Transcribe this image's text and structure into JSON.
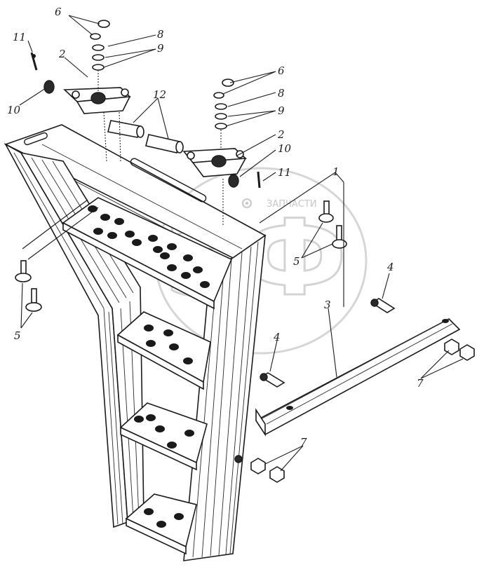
{
  "watermark": {
    "site_text": "ЗАПЧАСТИ",
    "logo_letters": "ЭФ"
  },
  "callouts": [
    {
      "id": "c6a",
      "text": "6"
    },
    {
      "id": "c8a",
      "text": "8"
    },
    {
      "id": "c9a",
      "text": "9"
    },
    {
      "id": "c11a",
      "text": "11"
    },
    {
      "id": "c2a",
      "text": "2"
    },
    {
      "id": "c10a",
      "text": "10"
    },
    {
      "id": "c12",
      "text": "12"
    },
    {
      "id": "c6b",
      "text": "6"
    },
    {
      "id": "c8b",
      "text": "8"
    },
    {
      "id": "c9b",
      "text": "9"
    },
    {
      "id": "c2b",
      "text": "2"
    },
    {
      "id": "c10b",
      "text": "10"
    },
    {
      "id": "c11b",
      "text": "11"
    },
    {
      "id": "c1",
      "text": "1"
    },
    {
      "id": "c5a",
      "text": "5"
    },
    {
      "id": "c4a",
      "text": "4"
    },
    {
      "id": "c3",
      "text": "3"
    },
    {
      "id": "c5b",
      "text": "5"
    },
    {
      "id": "c4b",
      "text": "4"
    },
    {
      "id": "c7a",
      "text": "7"
    },
    {
      "id": "c7b",
      "text": "7"
    }
  ]
}
